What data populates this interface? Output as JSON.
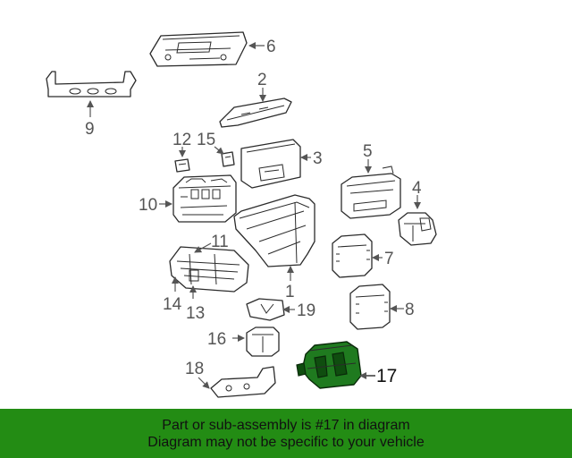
{
  "callouts": {
    "c1": "1",
    "c2": "2",
    "c3": "3",
    "c4": "4",
    "c5": "5",
    "c6": "6",
    "c7": "7",
    "c8": "8",
    "c9": "9",
    "c10": "10",
    "c11": "11",
    "c12": "12",
    "c13": "13",
    "c14": "14",
    "c15": "15",
    "c16": "16",
    "c17": "17",
    "c18": "18",
    "c19": "19"
  },
  "highlight": {
    "part_number": "17",
    "color": "#1f7a1f"
  },
  "banner": {
    "line1": "Part or sub-assembly is #17 in diagram",
    "line2": "Diagram may not be specific to your vehicle",
    "background": "#238c14"
  }
}
